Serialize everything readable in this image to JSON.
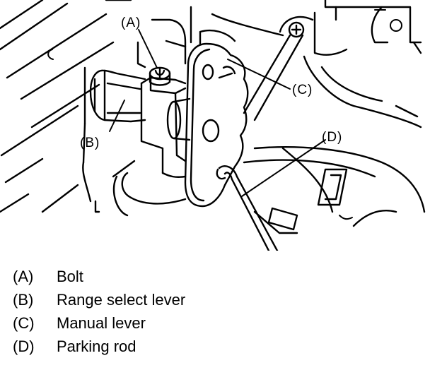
{
  "callouts": [
    {
      "id": "A",
      "text": "(A)"
    },
    {
      "id": "B",
      "text": "(B)"
    },
    {
      "id": "C",
      "text": "(C)"
    },
    {
      "id": "D",
      "text": "(D)"
    }
  ],
  "legend": [
    {
      "key": "(A)",
      "desc": "Bolt"
    },
    {
      "key": "(B)",
      "desc": "Range select lever"
    },
    {
      "key": "(C)",
      "desc": "Manual lever"
    },
    {
      "key": "(D)",
      "desc": "Parking rod"
    }
  ]
}
